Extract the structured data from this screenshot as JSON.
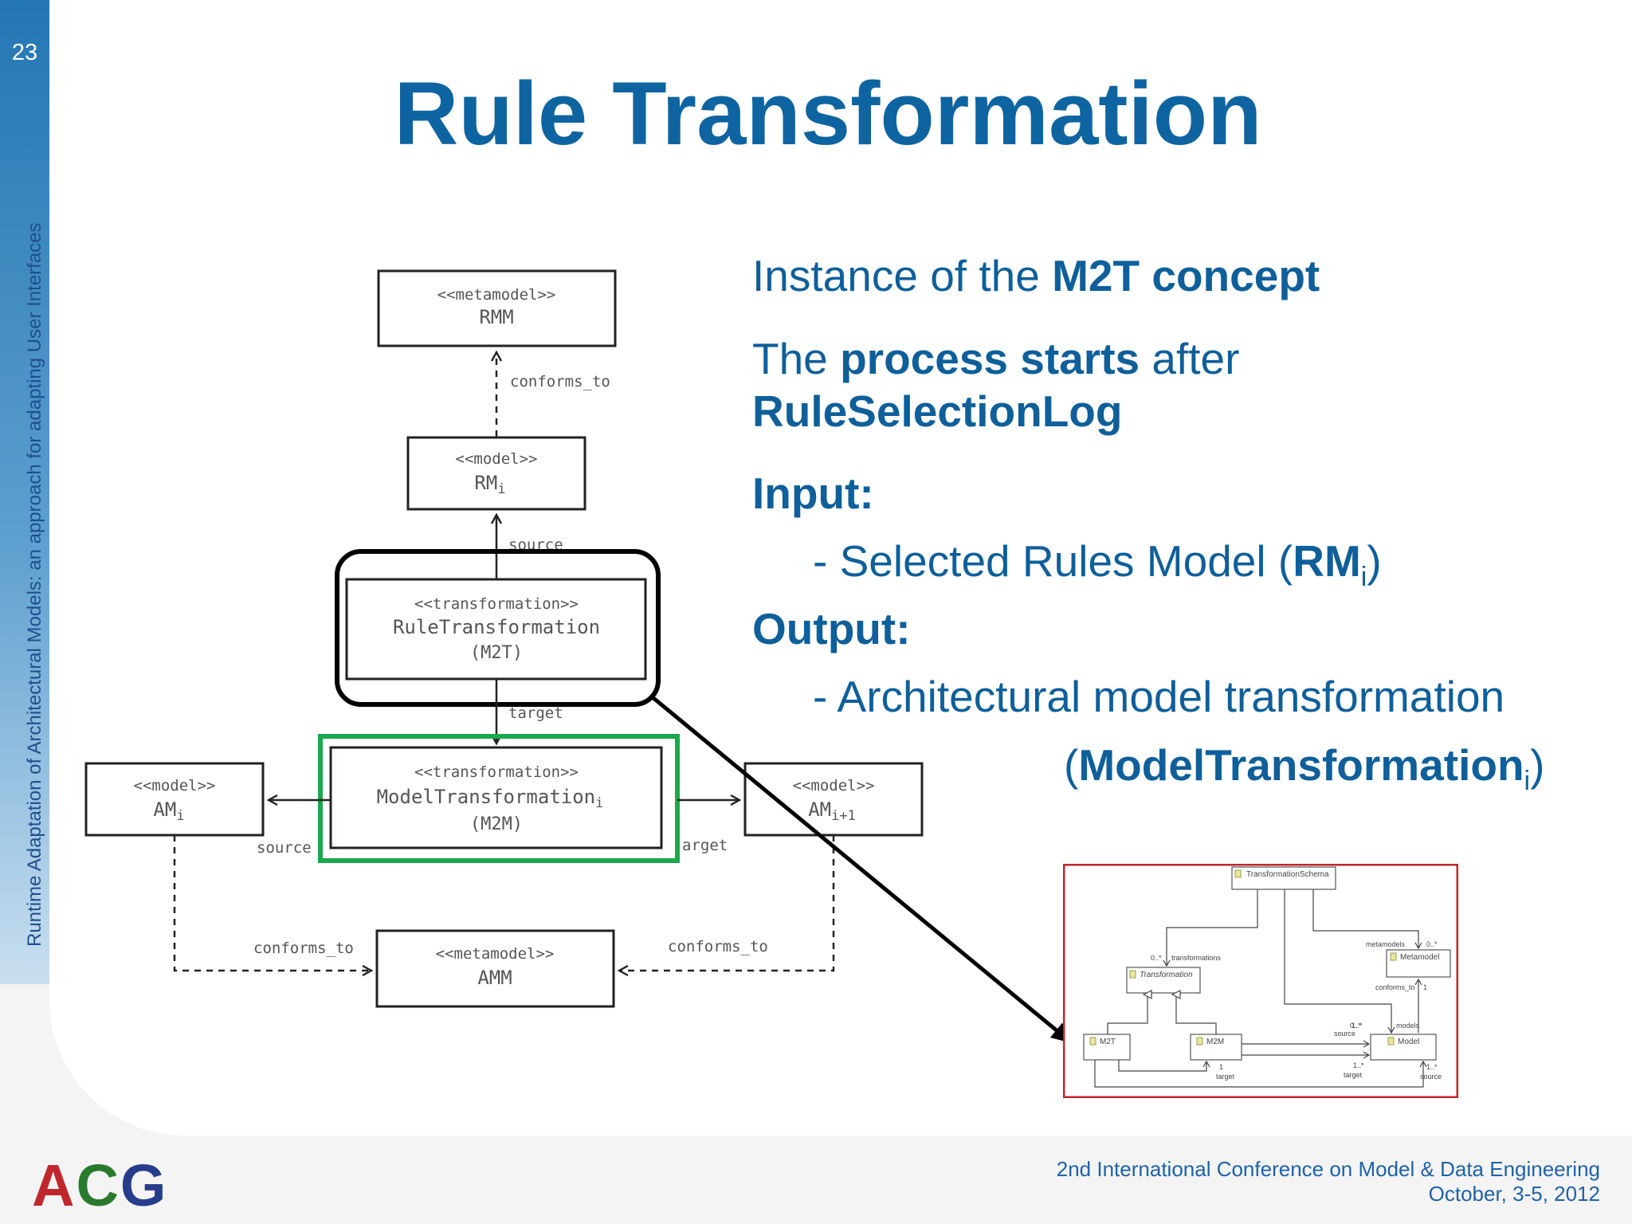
{
  "slide": {
    "page_number": "23",
    "sidebar_title": "Runtime Adaptation of Architectural Models: an approach for adapting User Interfaces",
    "title": "Rule Transformation"
  },
  "bullets": {
    "line1_pre": "Instance of the ",
    "line1_bold": "M2T concept",
    "line2_pre": "The ",
    "line2_bold": "process starts",
    "line2_post": " after",
    "line3_bold": "RuleSelectionLog",
    "input_heading": "Input:",
    "input_item_pre": "- Selected Rules Model (",
    "input_item_bold": "RM",
    "input_item_sub": "i",
    "input_item_post": ")",
    "output_heading": "Output:",
    "output_item": "- Architectural model transformation",
    "output_item2_pre": "(",
    "output_item2_bold": "ModelTransformation",
    "output_item2_sub": "i",
    "output_item2_post": ")"
  },
  "diagram": {
    "rmm_stereo": "<<metamodel>>",
    "rmm_name": "RMM",
    "rmi_stereo": "<<model>>",
    "rmi_name": "RM",
    "rmi_sub": "i",
    "rt_stereo": "<<transformation>>",
    "rt_name": "RuleTransformation",
    "rt_kind": "(M2T)",
    "mt_stereo": "<<transformation>>",
    "mt_name": "ModelTransformation",
    "mt_sub": "i",
    "mt_kind": "(M2M)",
    "ami_stereo": "<<model>>",
    "ami_name": "AM",
    "ami_sub": "i",
    "ami1_stereo": "<<model>>",
    "ami1_name": "AM",
    "ami1_sub": "i+1",
    "amm_stereo": "<<metamodel>>",
    "amm_name": "AMM",
    "label_conforms_top": "conforms_to",
    "label_source_top": "source",
    "label_target_mid": "target",
    "label_source_left": "source",
    "label_target_right": "arget",
    "label_conforms_left": "conforms_to",
    "label_conforms_right": "conforms_to"
  },
  "schema": {
    "root": "TransformationSchema",
    "transformation": "Transformation",
    "metamodel": "Metamodel",
    "m2t": "M2T",
    "m2m": "M2M",
    "model": "Model",
    "mult_transformations": "0..*",
    "label_transformations": "transformations",
    "label_metamodels": "metamodels",
    "mult_metamodels": "0..*",
    "label_conforms_to": "conforms_to",
    "mult_conforms": "1",
    "mult_source_m2m": "1..*",
    "label_source_m2m": "source",
    "mult_models": "0..*",
    "label_models": "models",
    "mult_target_m2t": "1",
    "label_target_m2t": "target",
    "mult_target_m2m": "1..*",
    "label_target_m2m": "target",
    "mult_source_model": "1..*",
    "label_source_model": "source",
    "border_color": "#c0272d"
  },
  "footer": {
    "logo_a": "A",
    "logo_c": "C",
    "logo_g": "G",
    "conference": "2nd International Conference on Model & Data Engineering",
    "date": "October, 3-5, 2012"
  }
}
